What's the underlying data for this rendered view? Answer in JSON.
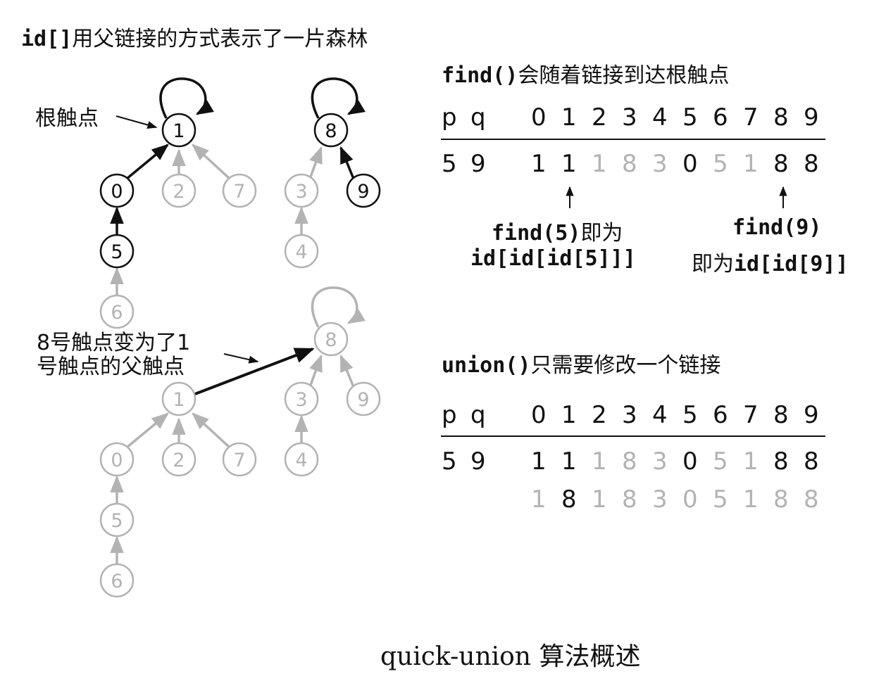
{
  "forest": {
    "title_code": "id[]",
    "title_text": "用父链接的方式表示了一片森林",
    "root_label": "根触点",
    "top_nodes": [
      {
        "id": "t1",
        "label": "1",
        "style": "dark",
        "self_loop": true
      },
      {
        "id": "t8",
        "label": "8",
        "style": "dark",
        "self_loop": true
      },
      {
        "id": "t0",
        "label": "0",
        "style": "dark"
      },
      {
        "id": "t2",
        "label": "2",
        "style": "gray"
      },
      {
        "id": "t7",
        "label": "7",
        "style": "gray"
      },
      {
        "id": "t3",
        "label": "3",
        "style": "gray"
      },
      {
        "id": "t9",
        "label": "9",
        "style": "dark"
      },
      {
        "id": "t5",
        "label": "5",
        "style": "dark"
      },
      {
        "id": "t4",
        "label": "4",
        "style": "gray"
      },
      {
        "id": "t6",
        "label": "6",
        "style": "gray"
      }
    ],
    "bottom_nodes": [
      {
        "id": "b8",
        "label": "8",
        "style": "gray",
        "self_loop": true
      },
      {
        "id": "b1",
        "label": "1",
        "style": "gray"
      },
      {
        "id": "b3",
        "label": "3",
        "style": "gray"
      },
      {
        "id": "b9",
        "label": "9",
        "style": "gray"
      },
      {
        "id": "b0",
        "label": "0",
        "style": "gray"
      },
      {
        "id": "b2",
        "label": "2",
        "style": "gray"
      },
      {
        "id": "b7",
        "label": "7",
        "style": "gray"
      },
      {
        "id": "b4",
        "label": "4",
        "style": "gray"
      },
      {
        "id": "b5",
        "label": "5",
        "style": "gray"
      },
      {
        "id": "b6",
        "label": "6",
        "style": "gray"
      }
    ],
    "union_note_line1": "8号触点变为了1",
    "union_note_line2": "号触点的父触点"
  },
  "find_section": {
    "title_code": "find()",
    "title_text": "会随着链接到达根触点",
    "header": {
      "p": "p",
      "q": "q",
      "indices": [
        "0",
        "1",
        "2",
        "3",
        "4",
        "5",
        "6",
        "7",
        "8",
        "9"
      ]
    },
    "row": {
      "p": "5",
      "q": "9",
      "values": [
        {
          "v": "1",
          "style": "dark"
        },
        {
          "v": "1",
          "style": "dark"
        },
        {
          "v": "1",
          "style": "gray"
        },
        {
          "v": "8",
          "style": "gray"
        },
        {
          "v": "3",
          "style": "gray"
        },
        {
          "v": "0",
          "style": "dark"
        },
        {
          "v": "5",
          "style": "gray"
        },
        {
          "v": "1",
          "style": "gray"
        },
        {
          "v": "8",
          "style": "dark"
        },
        {
          "v": "8",
          "style": "dark"
        }
      ]
    },
    "annotation_5_code": "find(5)",
    "annotation_5_text": "即为",
    "annotation_5_expr": "id[id[id[5]]]",
    "annotation_9_code": "find(9)",
    "annotation_9_text": "即为",
    "annotation_9_expr": "id[id[9]]"
  },
  "union_section": {
    "title_code": "union()",
    "title_text": "只需要修改一个链接",
    "header": {
      "p": "p",
      "q": "q",
      "indices": [
        "0",
        "1",
        "2",
        "3",
        "4",
        "5",
        "6",
        "7",
        "8",
        "9"
      ]
    },
    "row1": {
      "p": "5",
      "q": "9",
      "values": [
        {
          "v": "1",
          "style": "dark"
        },
        {
          "v": "1",
          "style": "dark"
        },
        {
          "v": "1",
          "style": "gray"
        },
        {
          "v": "8",
          "style": "gray"
        },
        {
          "v": "3",
          "style": "gray"
        },
        {
          "v": "0",
          "style": "dark"
        },
        {
          "v": "5",
          "style": "gray"
        },
        {
          "v": "1",
          "style": "gray"
        },
        {
          "v": "8",
          "style": "dark"
        },
        {
          "v": "8",
          "style": "dark"
        }
      ]
    },
    "row2": {
      "values": [
        {
          "v": "1",
          "style": "gray"
        },
        {
          "v": "8",
          "style": "dark"
        },
        {
          "v": "1",
          "style": "gray"
        },
        {
          "v": "8",
          "style": "gray"
        },
        {
          "v": "3",
          "style": "gray"
        },
        {
          "v": "0",
          "style": "gray"
        },
        {
          "v": "5",
          "style": "gray"
        },
        {
          "v": "1",
          "style": "gray"
        },
        {
          "v": "8",
          "style": "gray"
        },
        {
          "v": "8",
          "style": "gray"
        }
      ]
    }
  },
  "caption": "quick-union 算法概述"
}
